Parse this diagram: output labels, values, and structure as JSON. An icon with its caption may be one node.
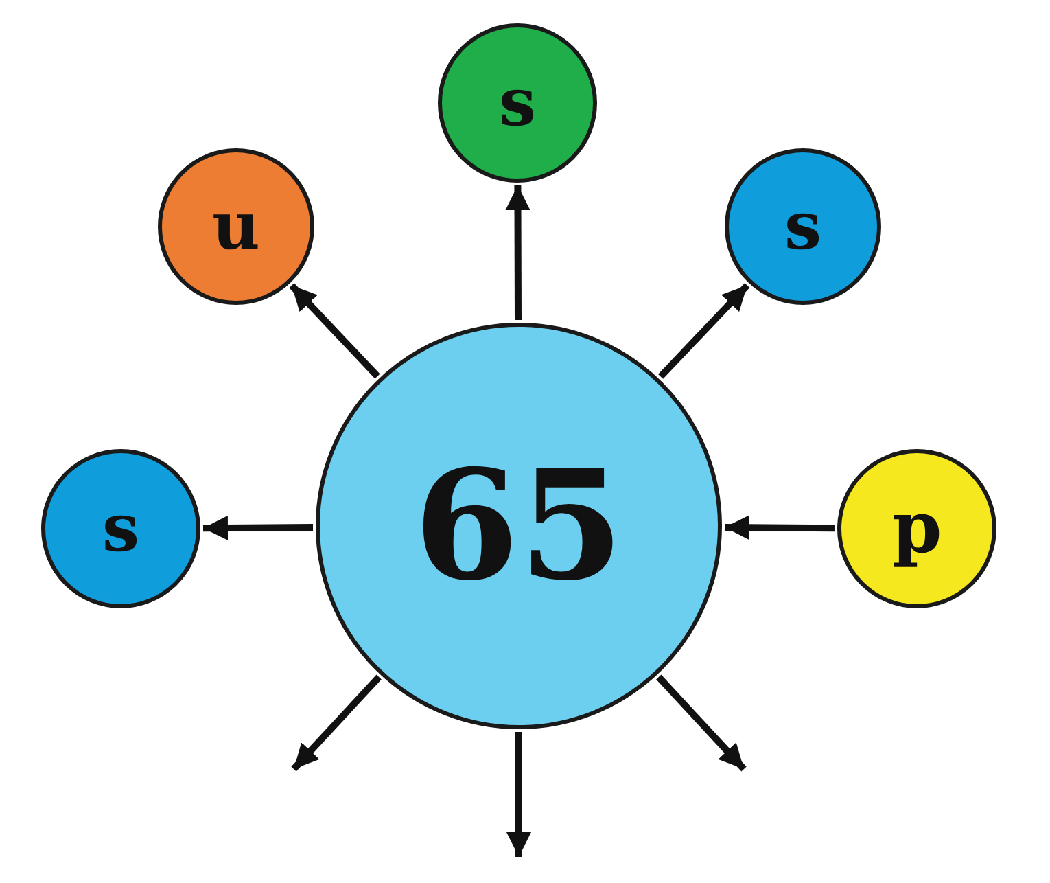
{
  "diagram": {
    "nodes": [
      {
        "text": [
          "65"
        ]
      },
      {
        "text": [
          "u"
        ]
      },
      {
        "text": [
          "s"
        ]
      },
      {
        "text": [
          "s"
        ]
      },
      {
        "text": [
          "s"
        ]
      },
      {
        "text": [
          "p"
        ]
      }
    ],
    "edges": [
      {
        "from": 0,
        "to": 1,
        "arrow": "to"
      },
      {
        "from": 0,
        "to": 2,
        "arrow": "to"
      },
      {
        "from": 0,
        "to": 3,
        "arrow": "to"
      },
      {
        "from": 0,
        "to": 4,
        "arrow": "to"
      },
      {
        "from": 5,
        "to": 0,
        "arrow": "to"
      },
      {
        "from": 0,
        "to": null,
        "arrow": "to"
      },
      {
        "from": 0,
        "to": null,
        "arrow": "to"
      },
      {
        "from": 0,
        "to": null,
        "arrow": "to"
      }
    ]
  }
}
